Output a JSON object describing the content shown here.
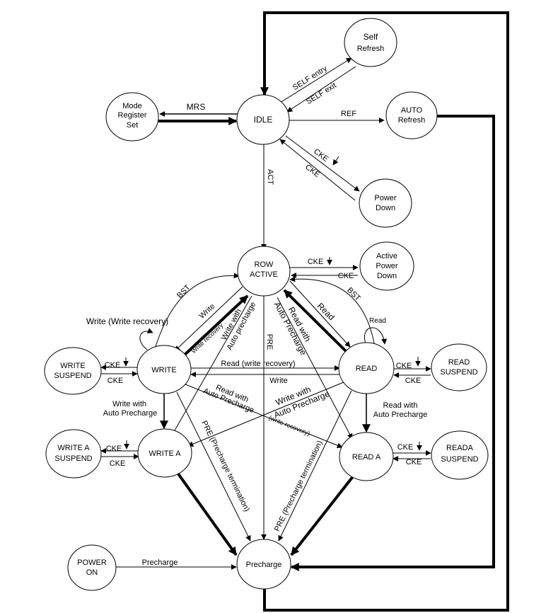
{
  "states": {
    "mode_register_set": [
      "Mode",
      "Register",
      "Set"
    ],
    "idle": "IDLE",
    "self_refresh": [
      "Self",
      "Refresh"
    ],
    "auto_refresh": [
      "AUTO",
      "Refresh"
    ],
    "power_down": [
      "Power",
      "Down"
    ],
    "row_active": [
      "ROW",
      "ACTIVE"
    ],
    "active_power_down": [
      "Active",
      "Power",
      "Down"
    ],
    "write_suspend": [
      "WRITE",
      "SUSPEND"
    ],
    "write": "WRITE",
    "read": "READ",
    "read_suspend": [
      "READ",
      "SUSPEND"
    ],
    "write_a_suspend": [
      "WRITE A",
      "SUSPEND"
    ],
    "write_a": "WRITE A",
    "read_a": "READ A",
    "reada_suspend": [
      "READA",
      "SUSPEND"
    ],
    "power_on": [
      "POWER",
      "ON"
    ],
    "precharge": "Precharge"
  },
  "transitions": {
    "mrs": "MRS",
    "self_entry": "SELF entry",
    "self_exit": "SELF exit",
    "ref": "REF",
    "cke": "CKE",
    "act": "ACT",
    "bst": "BST",
    "write": "Write",
    "write_recovery_loop": "Write (Write recovery)",
    "write_recovery": "Write recovery",
    "write_with_auto_precharge_split": [
      "Write with",
      "Auto precharge"
    ],
    "write_with_auto_precharge": [
      "Write with",
      "Auto Precharge"
    ],
    "read": "Read",
    "read_with_auto_precharge": [
      "Read with",
      "Auto Precharge"
    ],
    "read_write_recovery": "Read (write recovery)",
    "write_recovery_paren": "(write recovery)",
    "pre": "PRE",
    "pre_precharge_termination": "PRE (Precharge termination)",
    "precharge": "Precharge"
  }
}
